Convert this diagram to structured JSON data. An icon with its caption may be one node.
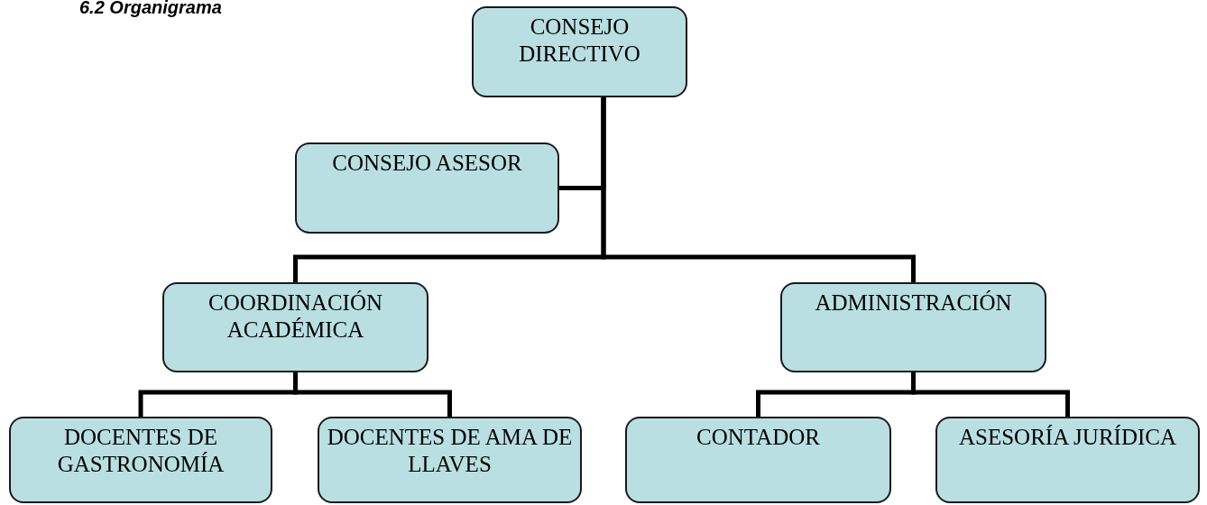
{
  "diagram": {
    "title": "6.2 Organigrama",
    "nodes": [
      {
        "text": [
          "CONSEJO DIRECTIVO"
        ]
      },
      {
        "text": [
          "CONSEJO ASESOR"
        ]
      },
      {
        "text": [
          "COORDINACIÓN ACADÉMICA"
        ]
      },
      {
        "text": [
          "ADMINISTRACIÓN"
        ]
      },
      {
        "text": [
          "DOCENTES DE GASTRONOMÍA"
        ]
      },
      {
        "text": [
          "DOCENTES DE AMA DE LLAVES"
        ]
      },
      {
        "text": [
          "CONTADOR"
        ]
      },
      {
        "text": [
          "ASESORÍA JURÍDICA"
        ]
      }
    ],
    "edges": [
      {
        "from": 0,
        "to": 1,
        "arrow": "none"
      },
      {
        "from": 0,
        "to": 2,
        "arrow": "none"
      },
      {
        "from": 0,
        "to": 3,
        "arrow": "none"
      },
      {
        "from": 2,
        "to": 4,
        "arrow": "none"
      },
      {
        "from": 2,
        "to": 5,
        "arrow": "none"
      },
      {
        "from": 3,
        "to": 6,
        "arrow": "none"
      },
      {
        "from": 3,
        "to": 7,
        "arrow": "none"
      }
    ]
  }
}
